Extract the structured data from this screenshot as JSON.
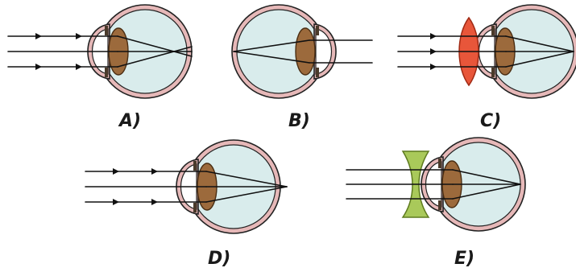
{
  "figure": {
    "panels": [
      {
        "id": "A",
        "label": "A)",
        "case": "far-focus"
      },
      {
        "id": "B",
        "label": "B)",
        "case": "reversed"
      },
      {
        "id": "C",
        "label": "C)",
        "case": "convex-corrected"
      },
      {
        "id": "D",
        "label": "D)",
        "case": "behind-focus"
      },
      {
        "id": "E",
        "label": "E)",
        "case": "concave-corrected"
      }
    ],
    "colors": {
      "eye_wall": "#e6b8b8",
      "eye_interior": "#d9ecec",
      "lens": "#9c6a3c",
      "convex_lens": "#e8563a",
      "concave_lens": "#a9c95a",
      "rays": "#111111"
    }
  }
}
